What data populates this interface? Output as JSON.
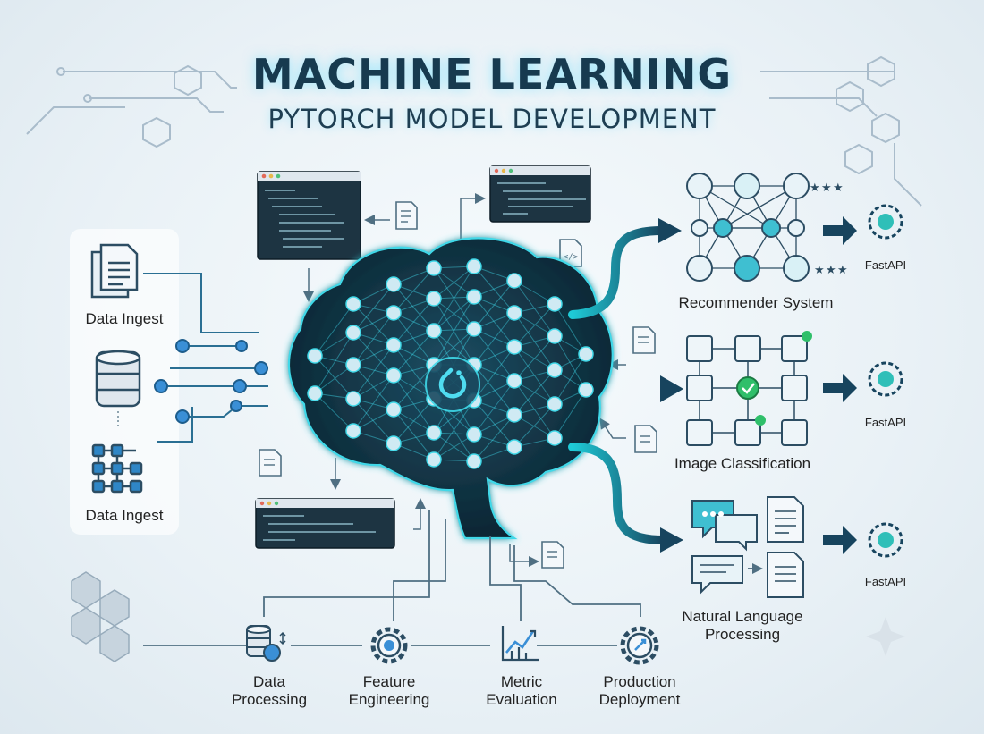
{
  "header": {
    "title": "MACHINE LEARNING",
    "subtitle": "PYTORCH MODEL DEVELOPMENT"
  },
  "inputs": [
    {
      "label": "Data Ingest",
      "icon": "document-icon"
    },
    {
      "label": "",
      "icon": "database-icon"
    },
    {
      "label": "Data Ingest",
      "icon": "graph-grid-icon"
    }
  ],
  "applications": [
    {
      "label": "Recommender System",
      "deploy": "FastAPI",
      "icon": "product-network-icon"
    },
    {
      "label": "Image Classification",
      "deploy": "FastAPI",
      "icon": "image-grid-icon"
    },
    {
      "label_line1": "Natural Language",
      "label_line2": "Processing",
      "deploy": "FastAPI",
      "icon": "chat-document-icon"
    }
  ],
  "pipeline": [
    {
      "line1": "Data",
      "line2": "Processing",
      "icon": "database-clock-icon"
    },
    {
      "line1": "Feature",
      "line2": "Engineering",
      "icon": "gear-icon"
    },
    {
      "line1": "Metric",
      "line2": "Evaluation",
      "icon": "line-chart-icon"
    },
    {
      "line1": "Production",
      "line2": "Deployment",
      "icon": "deploy-gear-icon"
    }
  ],
  "colors": {
    "brain_dark": "#0f2a3a",
    "neon": "#3fd8e8",
    "arrow": "#17445e",
    "title": "#173a4f"
  }
}
